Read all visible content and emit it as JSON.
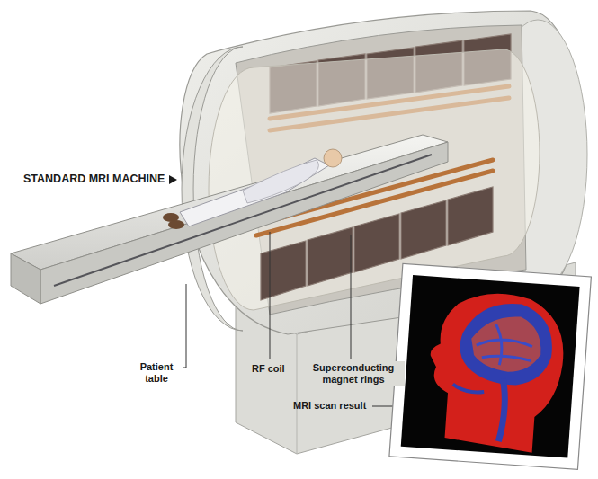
{
  "diagram": {
    "labels": [
      "STANDARD MRI MACHINE",
      "Patient table",
      "RF coil",
      "Superconducting magnet rings",
      "MRI scan result"
    ]
  }
}
